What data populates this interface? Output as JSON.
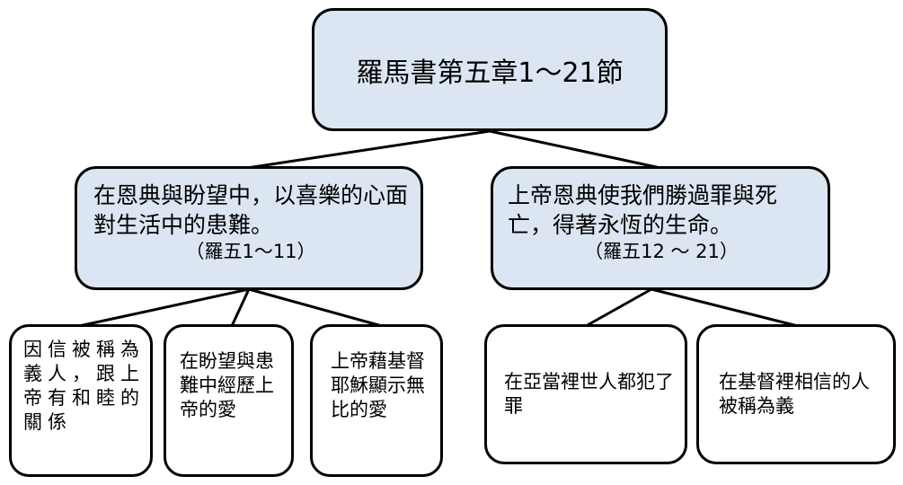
{
  "root": {
    "title": "羅馬書第五章1～21節"
  },
  "branches": [
    {
      "title": "在恩典與盼望中，以喜樂的心面對生活中的患難。",
      "ref": "（羅五1～11）",
      "leaves": [
        "因信被稱為義人，跟上帝有和睦的關係",
        "在盼望與患難中經歷上帝的愛",
        "上帝藉基督耶穌顯示無比的愛"
      ]
    },
    {
      "title": "上帝恩典使我們勝過罪與死亡，得著永恆的生命。",
      "ref": "（羅五12 ～ 21）",
      "leaves": [
        "在亞當裡世人都犯了罪",
        "在基督裡相信的人被稱為義"
      ]
    }
  ],
  "colors": {
    "node_fill": "#dce6f2",
    "leaf_fill": "#ffffff",
    "stroke": "#000000"
  }
}
